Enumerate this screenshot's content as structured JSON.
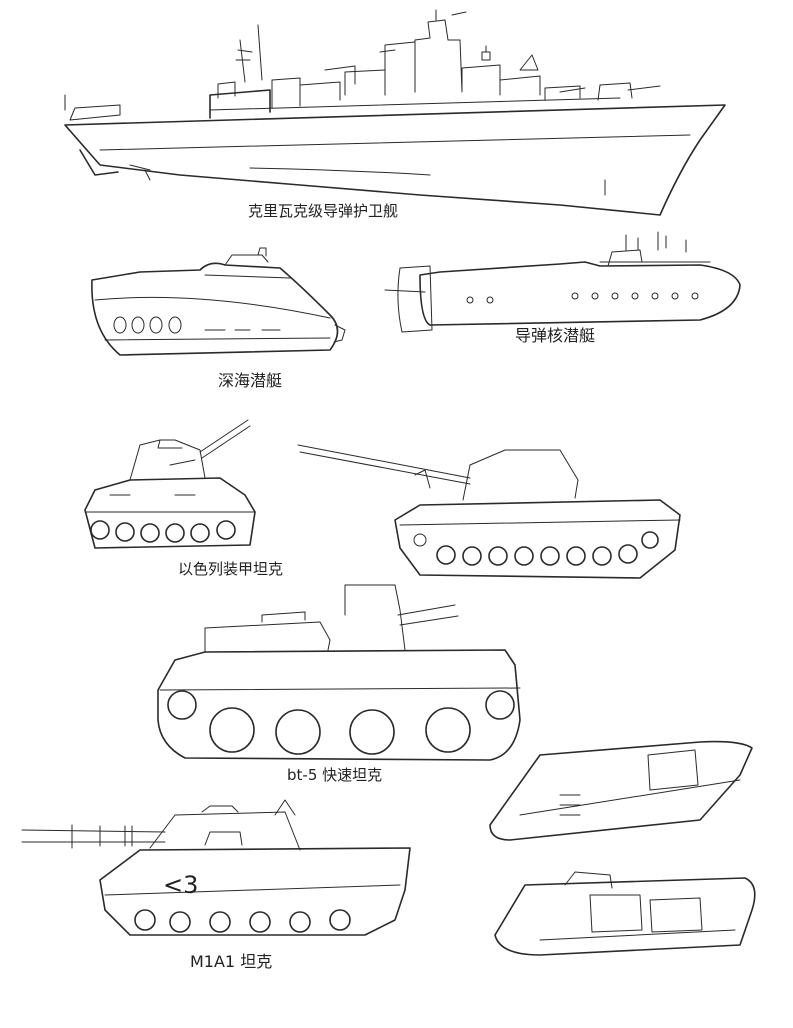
{
  "captions": {
    "frigate": "克里瓦克级导弹护卫舰",
    "deep_sea_sub": "深海潜艇",
    "missile_sub": "导弹核潜艇",
    "israeli_tank": "以色列装甲坦克",
    "bt5_tank": "bt-5 快速坦克",
    "m1a1_tank": "M1A1 坦克"
  },
  "markings": {
    "m1a1_hull": "<3"
  }
}
